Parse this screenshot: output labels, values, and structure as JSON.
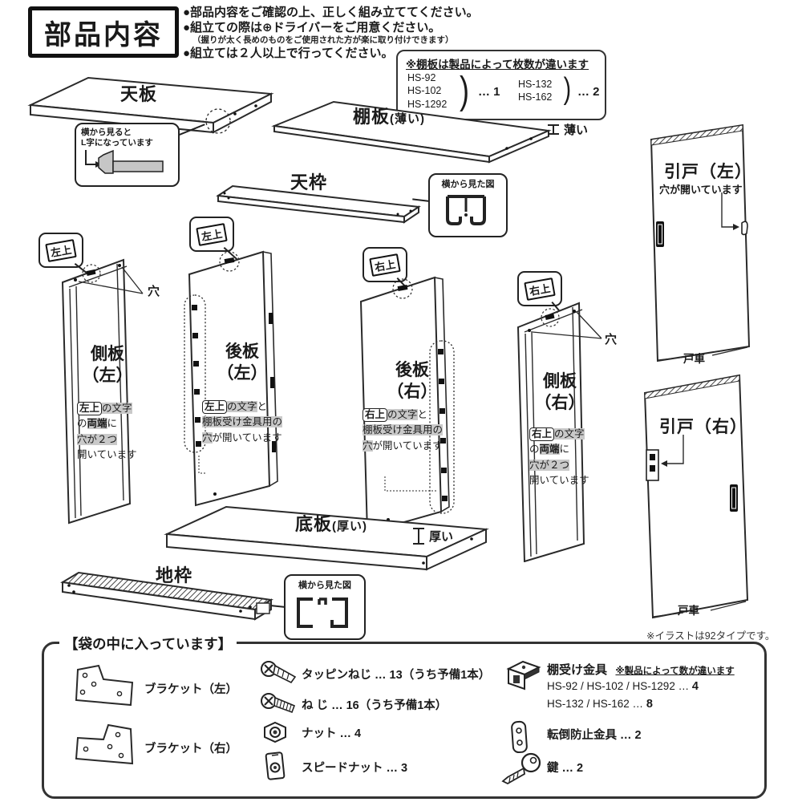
{
  "header": {
    "title": "部品内容",
    "note1": "●部品内容をご確認の上、正しく組み立ててください。",
    "note2": "●組立ての際は⊕ドライバーをご用意ください。",
    "note2_sub": "（握りが太く長めのものをご使用された方が楽に取り付けできます）",
    "note3": "●組立ては２人以上で行ってください。"
  },
  "shelf_note": {
    "title": "※棚板は製品によって枚数が違います",
    "g1m1": "HS-92",
    "g1m2": "HS-102",
    "g1m3": "HS-1292",
    "g1c": "… 1",
    "g2m1": "HS-132",
    "g2m2": "HS-162",
    "g2c": "… 2"
  },
  "parts": {
    "tenban": "天板",
    "tenban_callout1": "横から見ると",
    "tenban_callout2": "L字になっています",
    "tanaita": "棚板",
    "tanaita_sub": "(薄い)",
    "thin": "薄い",
    "tenwaku": "天枠",
    "sideview": "横から見た図",
    "hole": "穴",
    "sokuban": "側板",
    "atoban": "後板",
    "left": "（左）",
    "right": "（右）",
    "corner_lt": "左上",
    "corner_rt": "右上",
    "sok_d1b": "の文字",
    "sok_d2a": "の",
    "sok_d2b": "両端",
    "sok_d2c": "に",
    "sok_d3": "穴が２つ",
    "sok_d4": "開いています",
    "ato_d1b": "の文字",
    "ato_d1c": "と",
    "ato_d2": "棚板受け金具用の",
    "ato_d3a": "穴",
    "ato_d3b": "が開いています",
    "hikido_l": "引戸（左）",
    "hikido_l_desc": "穴が開いています",
    "hikido_r": "引戸（右）",
    "wheel": "戸車",
    "teiban": "底板",
    "teiban_sub": "(厚い)",
    "thick": "厚い",
    "jiwaku": "地枠",
    "illust": "※イラストは92タイプです。"
  },
  "bag": {
    "title": "【袋の中に入っています】",
    "bracket_l": "ブラケット（左）",
    "bracket_r": "ブラケット（右）",
    "tapping": "タッピンねじ",
    "tapping_c": "… 13（うち予備1本）",
    "screw": "ね じ",
    "screw_c": "… 16（うち予備1本）",
    "nut": "ナット … 4",
    "speednut": "スピードナット … 3",
    "shelf_bracket": "棚受け金具",
    "shelf_note": "※製品によって数が違います",
    "sb1": "HS-92 / HS-102 / HS-1292 …",
    "sb1c": "4",
    "sb2": "HS-132 / HS-162 …",
    "sb2c": "8",
    "tipover": "転倒防止金具 … 2",
    "key": "鍵 … 2"
  }
}
